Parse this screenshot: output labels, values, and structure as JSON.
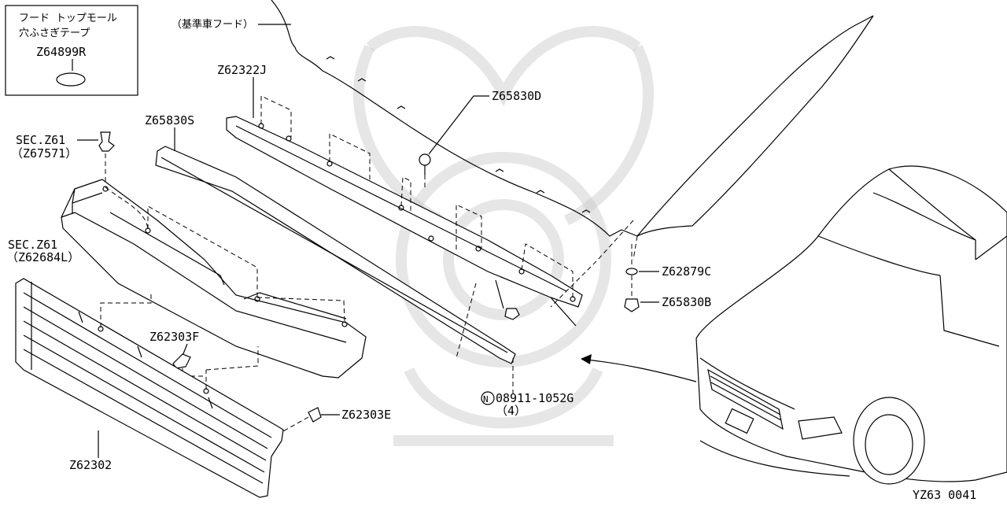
{
  "diagram": {
    "inset": {
      "line1": "フード トップモール",
      "line2": "穴ふさぎテープ",
      "part_no": "Z64899R"
    },
    "labels": {
      "hood": "（基準車フード）",
      "sec_z61_a": "SEC.Z61",
      "sec_z61_a_ref": "（Z67571）",
      "sec_z61_b": "SEC.Z61",
      "sec_z61_b_ref": "（Z62684L）",
      "z62322j": "Z62322J",
      "z65830s": "Z65830S",
      "z65830d": "Z65830D",
      "z62879c": "Z62879C",
      "z65830b": "Z65830B",
      "z62303f": "Z62303F",
      "z62303e": "Z62303E",
      "z62302": "Z62302",
      "bolt_symbol": "N",
      "bolt_no": "08911-1052G",
      "bolt_qty": "（4）",
      "ref_code": "YZ63 0041"
    }
  }
}
